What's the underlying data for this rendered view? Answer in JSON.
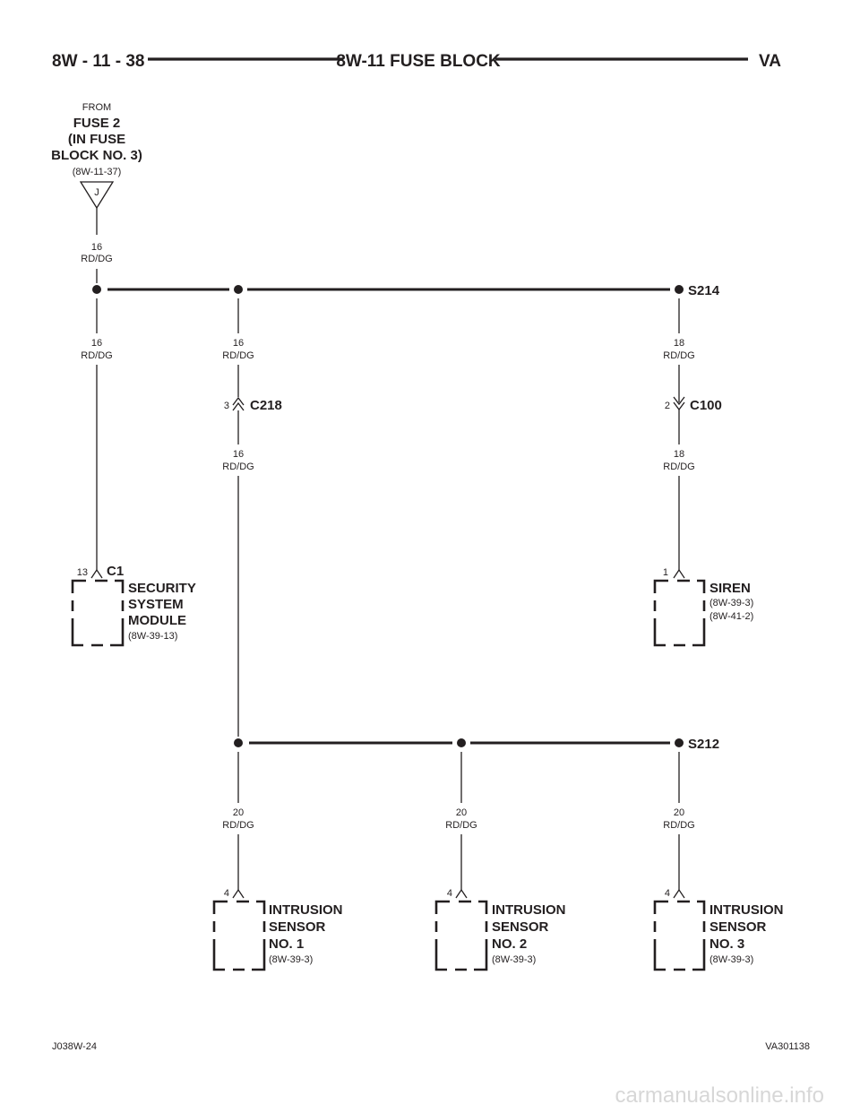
{
  "header": {
    "page_code": "8W - 11 - 38",
    "title": "8W-11 FUSE BLOCK",
    "model": "VA"
  },
  "source": {
    "prefix": "FROM",
    "line1": "FUSE 2",
    "line2": "(IN FUSE",
    "line3": "BLOCK NO. 3)",
    "ref": "(8W-11-37)",
    "connector_letter": "J"
  },
  "splices": {
    "s214": "S214",
    "s212": "S212"
  },
  "wires": {
    "source_gauge": "16",
    "source_color": "RD/DG",
    "left_gauge": "16",
    "left_color": "RD/DG",
    "mid_upper_gauge": "16",
    "mid_upper_color": "RD/DG",
    "mid_lower_gauge": "16",
    "mid_lower_color": "RD/DG",
    "right_upper_gauge": "18",
    "right_upper_color": "RD/DG",
    "right_lower_gauge": "18",
    "right_lower_color": "RD/DG",
    "s1_gauge": "20",
    "s1_color": "RD/DG",
    "s2_gauge": "20",
    "s2_color": "RD/DG",
    "s3_gauge": "20",
    "s3_color": "RD/DG"
  },
  "connectors": {
    "c218": {
      "name": "C218",
      "pin": "3"
    },
    "c100": {
      "name": "C100",
      "pin": "2"
    }
  },
  "components": {
    "security_module": {
      "connector": "C1",
      "pin": "13",
      "line1": "SECURITY",
      "line2": "SYSTEM",
      "line3": "MODULE",
      "ref": "(8W-39-13)"
    },
    "siren": {
      "pin": "1",
      "name": "SIREN",
      "ref1": "(8W-39-3)",
      "ref2": "(8W-41-2)"
    },
    "sensor1": {
      "pin": "4",
      "line1": "INTRUSION",
      "line2": "SENSOR",
      "line3": "NO. 1",
      "ref": "(8W-39-3)"
    },
    "sensor2": {
      "pin": "4",
      "line1": "INTRUSION",
      "line2": "SENSOR",
      "line3": "NO. 2",
      "ref": "(8W-39-3)"
    },
    "sensor3": {
      "pin": "4",
      "line1": "INTRUSION",
      "line2": "SENSOR",
      "line3": "NO. 3",
      "ref": "(8W-39-3)"
    }
  },
  "footer": {
    "left_code": "J038W-24",
    "right_code": "VA301138",
    "watermark": "carmanualsonline.info"
  }
}
